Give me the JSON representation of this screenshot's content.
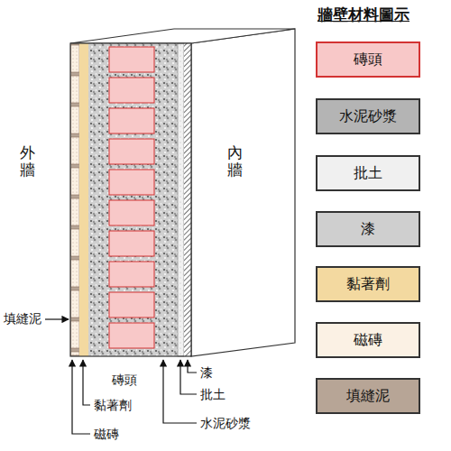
{
  "diagram": {
    "title": "牆壁材料圖示",
    "labels": [
      "外牆",
      "內牆",
      "填縫泥",
      "磚頭",
      "漆",
      "批土",
      "黏著劑",
      "水泥砂漿",
      "磁磚"
    ],
    "legend": [
      {
        "text": "磚頭",
        "color": "#f8c8c8"
      },
      {
        "text": "水泥砂漿",
        "color": "#b4b4b4"
      },
      {
        "text": "批土",
        "color": "#f0f0f0"
      },
      {
        "text": "漆",
        "color": "#cfcfcf"
      },
      {
        "text": "黏著劑",
        "color": "#f3d9a0"
      },
      {
        "text": "磁磚",
        "color": "#fbf1e4"
      },
      {
        "text": "填縫泥",
        "color": "#b7a596"
      }
    ]
  }
}
